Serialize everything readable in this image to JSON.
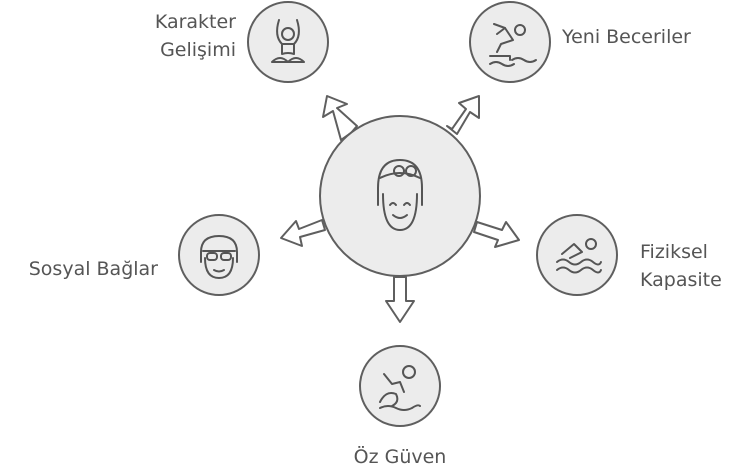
{
  "center": {
    "icon": "swimmer-face-icon"
  },
  "nodes": {
    "character": {
      "label_lines": [
        "Karakter",
        "Gelişimi"
      ],
      "icon": "meditation-icon"
    },
    "skills": {
      "label_lines": [
        "Yeni Beceriler"
      ],
      "icon": "diver-icon"
    },
    "social": {
      "label_lines": [
        "Sosyal Bağlar"
      ],
      "icon": "swimmer-goggles-icon"
    },
    "physical": {
      "label_lines": [
        "Fiziksel",
        "Kapasite"
      ],
      "icon": "swimming-icon"
    },
    "confidence": {
      "label_lines": [
        "Öz Güven"
      ],
      "icon": "water-wave-swimmer-icon"
    }
  },
  "colors": {
    "node_fill": "#ececec",
    "stroke": "#5f5f5f",
    "text": "#555555"
  }
}
